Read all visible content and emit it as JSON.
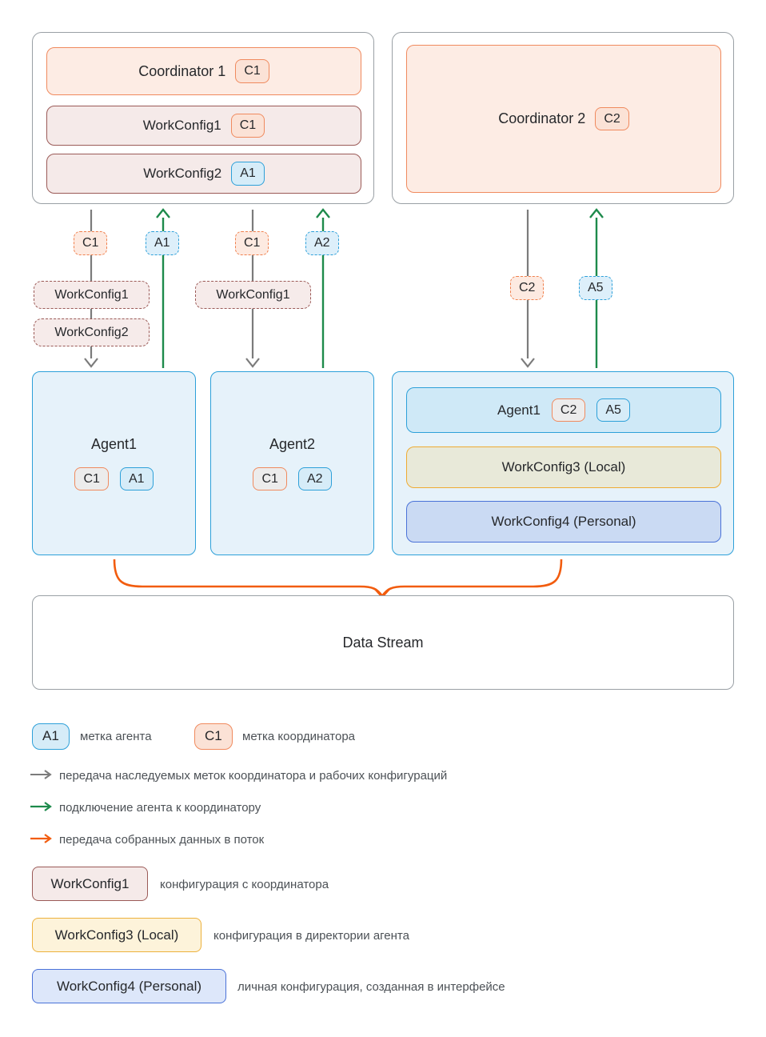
{
  "colors": {
    "coordinator_accent": "#f08a5e",
    "coordinator_fill": "#fdece4",
    "config_coordinator_fill": "#f5eae9",
    "config_coordinator_border": "#9b5a57",
    "agent_accent": "#2da0d9",
    "agent_fill": "#e6f2fa",
    "local_config_border": "#efab32",
    "personal_config_border": "#4a72d8",
    "arrow_gray": "#7b7b7b",
    "arrow_green": "#1d8a4b",
    "arrow_orange": "#f25c0e"
  },
  "coordinator1_group": {
    "title": "Coordinator 1",
    "tag": "C1",
    "configs": [
      {
        "label": "WorkConfig1",
        "tag": "C1"
      },
      {
        "label": "WorkConfig2",
        "tag": "A1"
      }
    ]
  },
  "coordinator2_group": {
    "title": "Coordinator 2",
    "tag": "C2"
  },
  "flows": [
    {
      "coordinator_tag": "C1",
      "agent_tag": "A1",
      "configs": [
        "WorkConfig1",
        "WorkConfig2"
      ]
    },
    {
      "coordinator_tag": "C1",
      "agent_tag": "A2",
      "configs": [
        "WorkConfig1"
      ]
    },
    {
      "coordinator_tag": "C2",
      "agent_tag": "A5",
      "configs": []
    }
  ],
  "agents": [
    {
      "title": "Agent1",
      "coordinator_tag": "C1",
      "agent_tag": "A1"
    },
    {
      "title": "Agent2",
      "coordinator_tag": "C1",
      "agent_tag": "A2"
    }
  ],
  "agent_group": {
    "agent_title": "Agent1",
    "coordinator_tag": "C2",
    "agent_tag": "A5",
    "configs": [
      "WorkConfig3 (Local)",
      "WorkConfig4 (Personal)"
    ]
  },
  "data_stream": {
    "title": "Data Stream"
  },
  "legend": {
    "agent_badge": {
      "tag": "A1",
      "label": "метка агента"
    },
    "coordinator_badge": {
      "tag": "C1",
      "label": "метка координатора"
    },
    "arrows": [
      {
        "type": "gray",
        "label": "передача наследуемых меток координатора и рабочих конфигураций"
      },
      {
        "type": "green",
        "label": "подключение агента к координатору"
      },
      {
        "type": "orange",
        "label": "передача собранных данных в поток"
      }
    ],
    "configs": [
      {
        "label": "WorkConfig1",
        "desc": "конфигурация с координатора"
      },
      {
        "label": "WorkConfig3 (Local)",
        "desc": "конфигурация в директории агента"
      },
      {
        "label": "WorkConfig4 (Personal)",
        "desc": "личная конфигурация, созданная в интерфейсе"
      }
    ]
  }
}
